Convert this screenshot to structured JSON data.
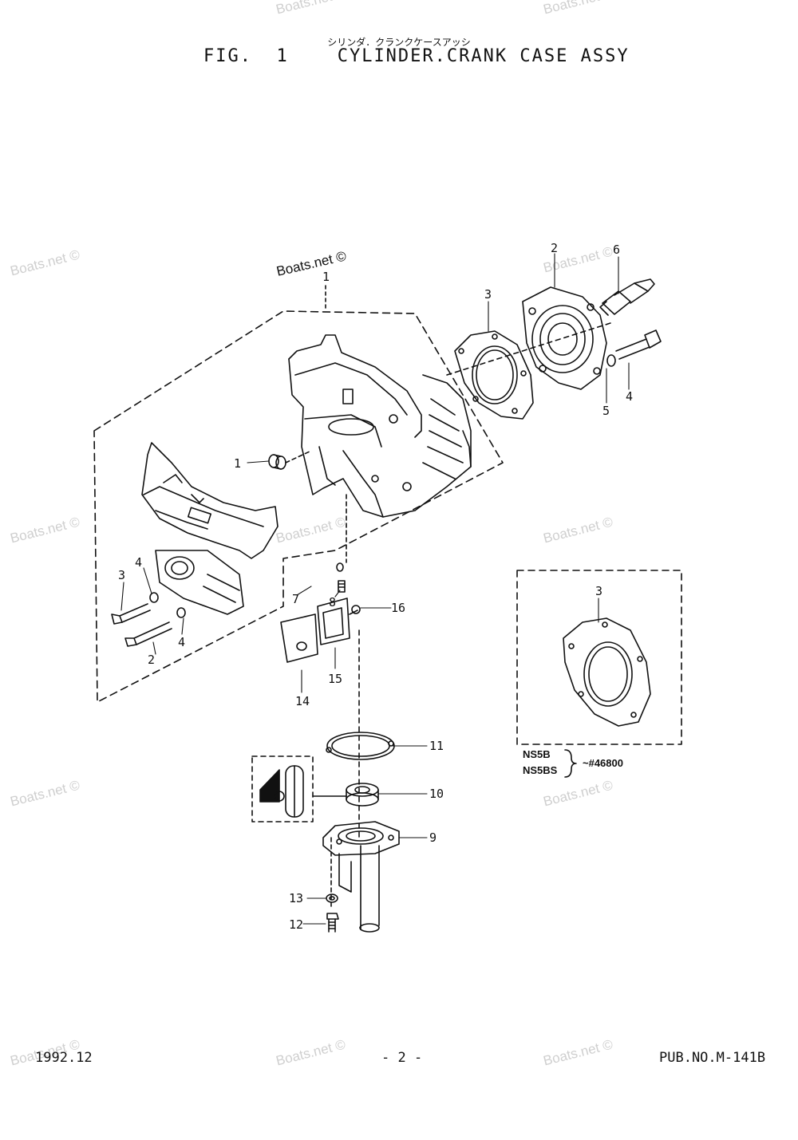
{
  "header": {
    "japanese_title": "シリンダ．クランクケースアッシ",
    "fig_label": "FIG.  1",
    "title": "CYLINDER.CRANK CASE ASSY"
  },
  "watermark": {
    "text": "Boats.net ©",
    "diagram_text": "Boats.net ©"
  },
  "callouts": {
    "main_1": "1",
    "main_2": "2",
    "main_3": "3",
    "main_6": "6",
    "main_4": "4",
    "main_5": "5",
    "left_1": "1",
    "left_3": "3",
    "left_4a": "4",
    "left_4b": "4",
    "left_2": "2",
    "c7": "7",
    "c8": "8",
    "c16": "16",
    "c14": "14",
    "c15": "15",
    "c11": "11",
    "c10": "10",
    "c9": "9",
    "c13": "13",
    "c12": "12",
    "inset_3": "3"
  },
  "inset": {
    "model_a": "NS5B",
    "model_b": "NS5BS",
    "serial": "~#46800"
  },
  "footer": {
    "date": "1992.12",
    "page": "- 2 -",
    "pub": "PUB.NO.M-141B"
  },
  "colors": {
    "ink": "#111111",
    "watermark": "#cfcfcf"
  }
}
